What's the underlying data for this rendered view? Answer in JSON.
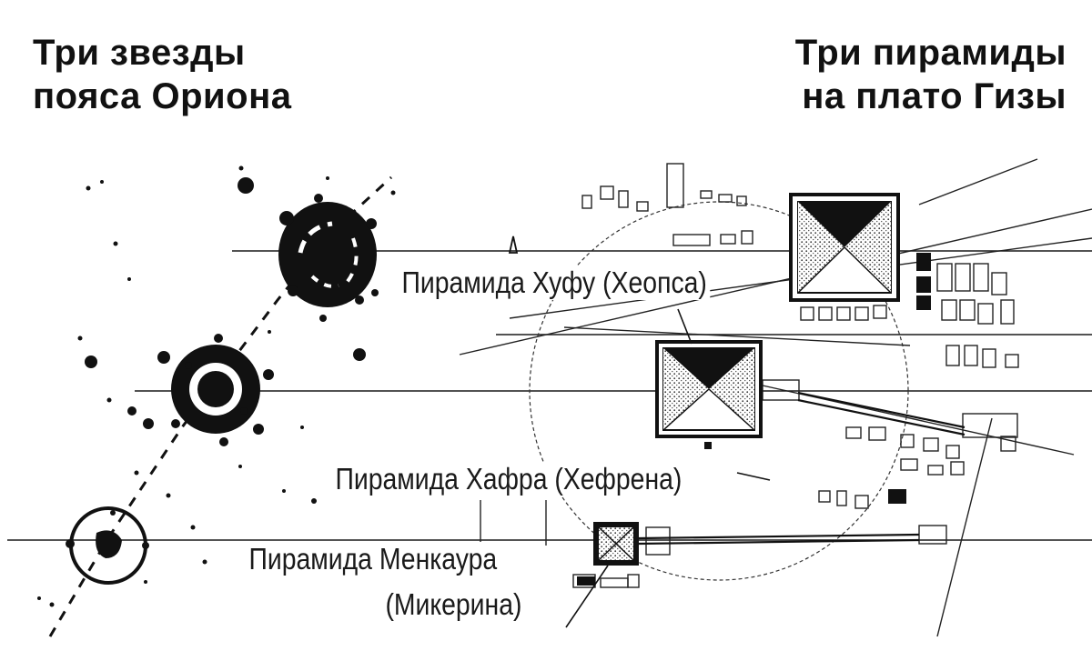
{
  "titles": {
    "left": "Три звезды\nпояса Ориона",
    "right": "Три пирамиды\nна плато Гизы"
  },
  "labels": {
    "khufu": "Пирамида Хуфу (Хеопса)",
    "khafre": "Пирамида Хафра (Хефрена)",
    "menkaure_line1": "Пирамида Менкаура",
    "menkaure_line2": "(Микерина)"
  },
  "colors": {
    "ink": "#111111",
    "paper": "#ffffff"
  }
}
